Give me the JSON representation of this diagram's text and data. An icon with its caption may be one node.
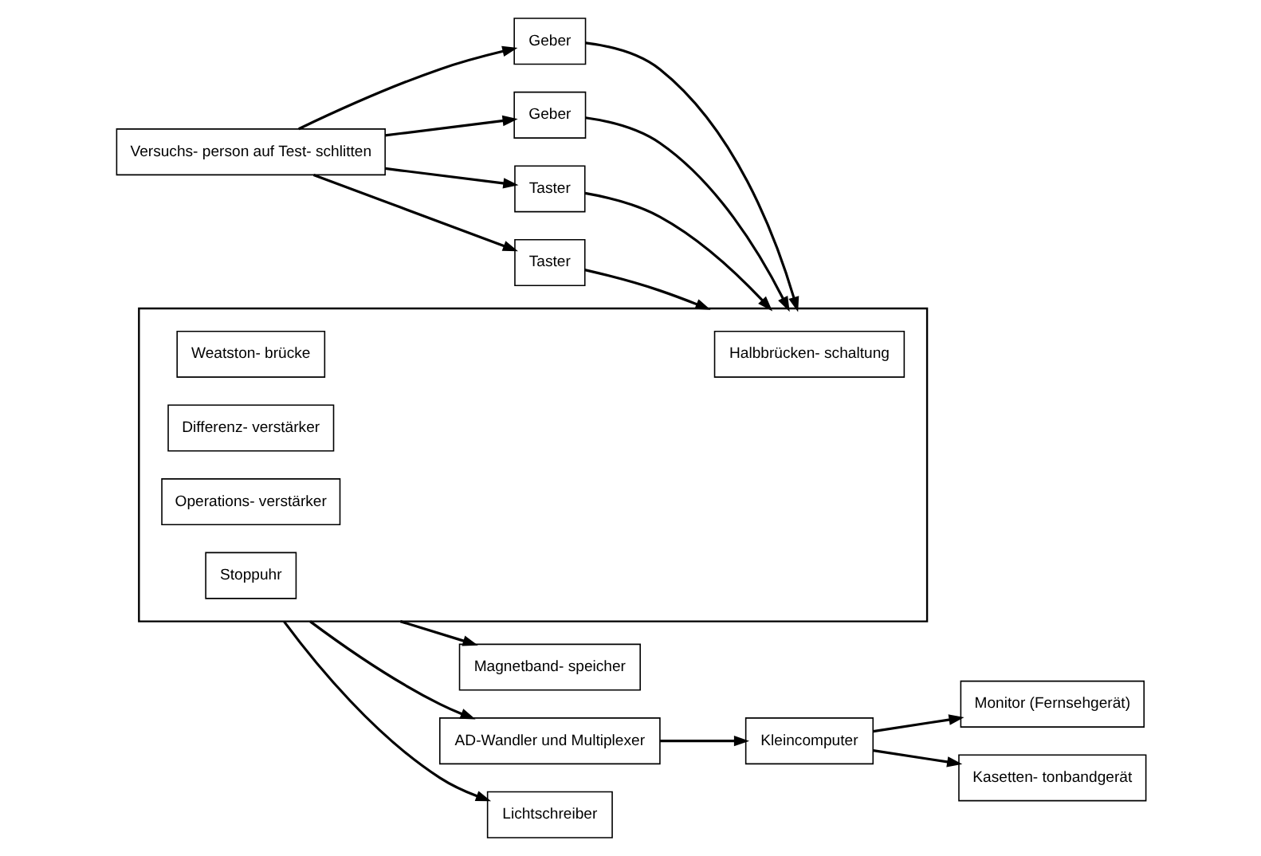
{
  "diagram": {
    "nodes": [
      {
        "text": [
          "Versuchs- person auf Test- schlitten"
        ]
      },
      {
        "text": [
          "Geber"
        ]
      },
      {
        "text": [
          "Geber"
        ]
      },
      {
        "text": [
          "Taster"
        ]
      },
      {
        "text": [
          "Taster"
        ]
      },
      {
        "text": [],
        "shape": "box"
      },
      {
        "text": [
          "Halbbrücken- schaltung"
        ],
        "in": 5
      },
      {
        "text": [
          "Weatston- brücke"
        ],
        "in": 5
      },
      {
        "text": [
          "Differenz- verstärker"
        ],
        "in": 5
      },
      {
        "text": [
          "Operations- verstärker"
        ],
        "in": 5
      },
      {
        "text": [
          "Stoppuhr"
        ],
        "in": 5
      },
      {
        "text": [
          "Magnetband- speicher"
        ]
      },
      {
        "text": [
          "AD-Wandler und Multiplexer"
        ]
      },
      {
        "text": [
          "Lichtschreiber"
        ]
      },
      {
        "text": [
          "Kleincomputer"
        ]
      },
      {
        "text": [
          "Monitor (Fernsehgerät)"
        ]
      },
      {
        "text": [
          "Kasetten- tonbandgerät"
        ]
      }
    ],
    "edges": [
      {
        "from": 0,
        "to": 1,
        "arrow": "to"
      },
      {
        "from": 0,
        "to": 2,
        "arrow": "to"
      },
      {
        "from": 0,
        "to": 3,
        "arrow": "to"
      },
      {
        "from": 0,
        "to": 4,
        "arrow": "to"
      },
      {
        "from": 1,
        "to": 5,
        "arrow": "to"
      },
      {
        "from": 2,
        "to": 5,
        "arrow": "to"
      },
      {
        "from": 3,
        "to": 5,
        "arrow": "to"
      },
      {
        "from": 4,
        "to": 5,
        "arrow": "to"
      },
      {
        "from": 5,
        "to": 11,
        "arrow": "to"
      },
      {
        "from": 5,
        "to": 12,
        "arrow": "to"
      },
      {
        "from": 5,
        "to": 13,
        "arrow": "to"
      },
      {
        "from": 12,
        "to": 14,
        "arrow": "to"
      },
      {
        "from": 14,
        "to": 15,
        "arrow": "to"
      },
      {
        "from": 14,
        "to": 16,
        "arrow": "to"
      }
    ]
  }
}
